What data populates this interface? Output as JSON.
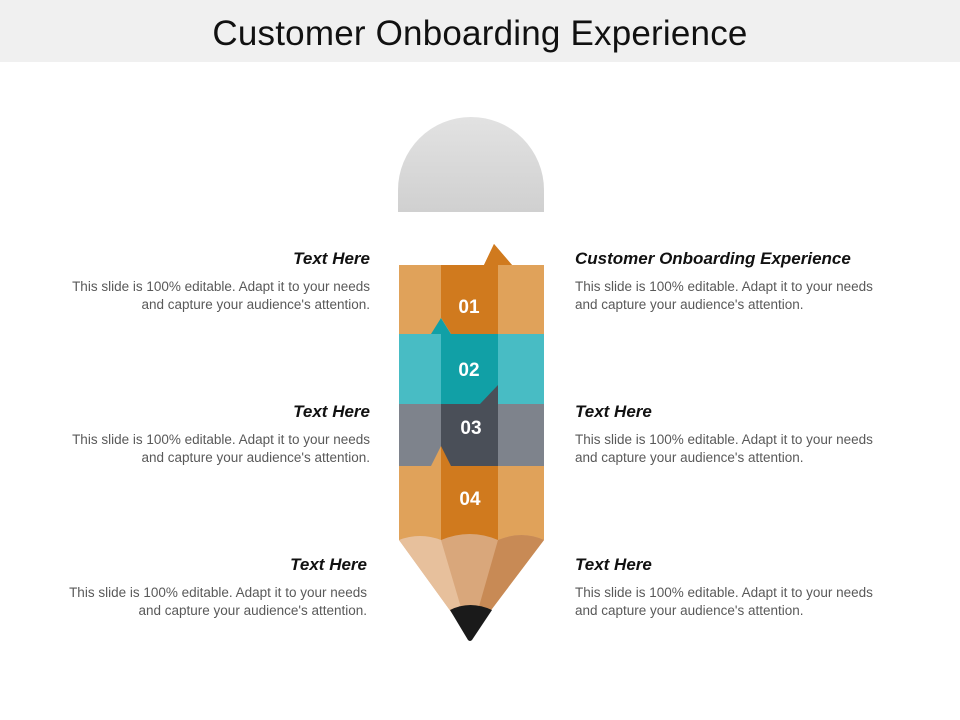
{
  "title": "Customer Onboarding Experience",
  "steps": [
    "01",
    "02",
    "03",
    "04"
  ],
  "blocks": {
    "left_top": {
      "heading": "Text Here",
      "body": "This slide is 100% editable. Adapt it to your needs and capture your audience's attention."
    },
    "left_mid": {
      "heading": "Text Here",
      "body": "This slide is 100% editable. Adapt it to your needs and capture your audience's attention."
    },
    "left_bottom": {
      "heading": "Text Here",
      "body": "This slide is 100% editable. Adapt it to your needs and capture your audience's attention."
    },
    "right_top": {
      "heading": "Customer Onboarding Experience",
      "body": "This slide is 100% editable. Adapt it to your needs and capture your audience's attention."
    },
    "right_mid": {
      "heading": "Text Here",
      "body": "This slide is 100% editable. Adapt it to your needs and capture your audience's attention."
    },
    "right_bottom": {
      "heading": "Text Here",
      "body": "This slide is 100% editable. Adapt it to your needs and capture your audience's attention."
    }
  },
  "colors": {
    "orange_light": "#E0A25A",
    "orange_dark": "#D07A1E",
    "teal_light": "#48BCC4",
    "teal_dark": "#11A0A6",
    "gray_light": "#7E838C",
    "gray_dark": "#4A4F58",
    "eraser": "#DADADA",
    "wood": "#D9A77B",
    "lead": "#1A1A1A"
  }
}
